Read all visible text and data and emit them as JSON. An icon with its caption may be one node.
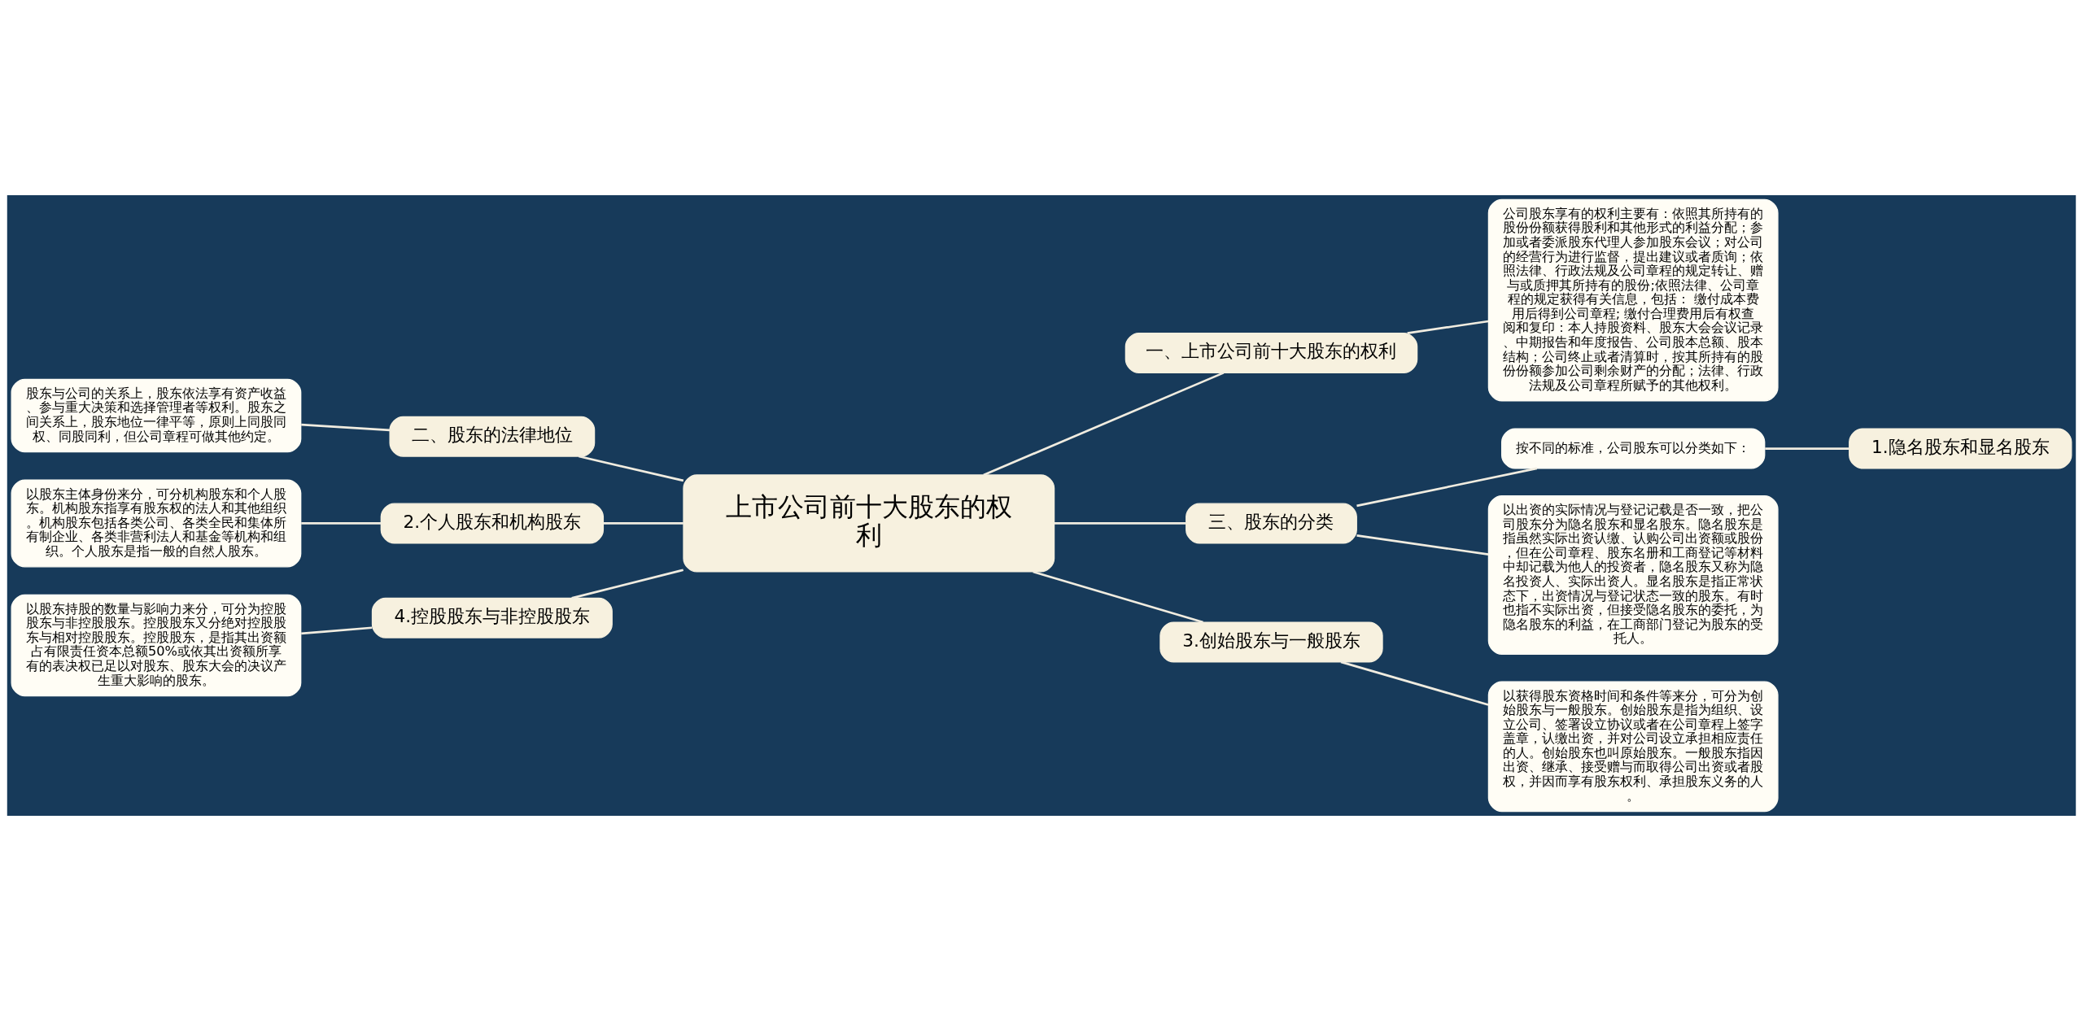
{
  "diagram": {
    "nodes": [
      {
        "text": [
          "上市公司前十大股东的权利"
        ]
      },
      {
        "text": [
          "一、上市公司前十大股东的权利"
        ]
      },
      {
        "text": [
          "公司股东享有的权利主要有：依照其所持有的股份份额获得股利和其他形式的利益分配；参加或者委派股东代理人参加股东会议；对公司的经营行为进行监督，提出建议或者质询；依照法律、行政法规及公司章程的规定转让、赠与或质押其所持有的股份;依照法律、公司章程的规定获得有关信息，包括： 缴付成本费用后得到公司章程; 缴付合理费用后有权查阅和复印：本人持股资料、股东大会会议记录、中期报告和年度报告、公司股本总额、股本结构；公司终止或者清算时，按其所持有的股份份额参加公司剩余财产的分配；法律、行政法规及公司章程所赋予的其他权利。"
        ]
      },
      {
        "text": [
          "二、股东的法律地位"
        ]
      },
      {
        "text": [
          "股东与公司的关系上，股东依法享有资产收益、参与重大决策和选择管理者等权利。股东之间关系上，股东地位一律平等，原则上同股同权、同股同利，但公司章程可做其他约定。"
        ]
      },
      {
        "text": [
          "2.个人股东和机构股东"
        ]
      },
      {
        "text": [
          "以股东主体身份来分，可分机构股东和个人股东。机构股东指享有股东权的法人和其他组织。机构股东包括各类公司、各类全民和集体所有制企业、各类非营利法人和基金等机构和组织。个人股东是指一般的自然人股东。"
        ]
      },
      {
        "text": [
          "三、股东的分类"
        ]
      },
      {
        "text": [
          "按不同的标准，公司股东可以分类如下："
        ]
      },
      {
        "text": [
          "1.隐名股东和显名股东"
        ]
      },
      {
        "text": [
          "以出资的实际情况与登记记载是否一致，把公司股东分为隐名股东和显名股东。隐名股东是指虽然实际出资认缴、认购公司出资额或股份，但在公司章程、股东名册和工商登记等材料中却记载为他人的投资者，隐名股东又称为隐名投资人、实际出资人。显名股东是指正常状态下，出资情况与登记状态一致的股东。有时也指不实际出资，但接受隐名股东的委托，为隐名股东的利益，在工商部门登记为股东的受托人。"
        ]
      },
      {
        "text": [
          "4.控股股东与非控股股东"
        ]
      },
      {
        "text": [
          "以股东持股的数量与影响力来分，可分为控股股东与非控股股东。控股股东又分绝对控股股东与相对控股股东。控股股东，是指其出资额占有限责任资本总额50%或依其出资额所享有的表决权已足以对股东、股东大会的决议产生重大影响的股东。"
        ]
      },
      {
        "text": [
          "3.创始股东与一般股东"
        ]
      },
      {
        "text": [
          "以获得股东资格时间和条件等来分，可分为创始股东与一般股东。创始股东是指为组织、设立公司、签署设立协议或者在公司章程上签字盖章，认缴出资，并对公司设立承担相应责任的人。创始股东也叫原始股东。一般股东指因出资、继承、接受赠与而取得公司出资或者股权，并因而享有股东权利、承担股东义务的人。"
        ]
      }
    ],
    "edges": [
      {
        "from": 0,
        "to": 1,
        "arrow": "none"
      },
      {
        "from": 1,
        "to": 2,
        "arrow": "none"
      },
      {
        "from": 4,
        "to": 3,
        "arrow": "none"
      },
      {
        "from": 3,
        "to": 0,
        "arrow": "none"
      },
      {
        "from": 6,
        "to": 5,
        "arrow": "none"
      },
      {
        "from": 5,
        "to": 0,
        "arrow": "none"
      },
      {
        "from": 0,
        "to": 7,
        "arrow": "none"
      },
      {
        "from": 7,
        "to": 8,
        "arrow": "none"
      },
      {
        "from": 8,
        "to": 9,
        "arrow": "none"
      },
      {
        "from": 7,
        "to": 10,
        "arrow": "none"
      },
      {
        "from": 12,
        "to": 11,
        "arrow": "none"
      },
      {
        "from": 11,
        "to": 0,
        "arrow": "none"
      },
      {
        "from": 0,
        "to": 13,
        "arrow": "none"
      },
      {
        "from": 13,
        "to": 14,
        "arrow": "none"
      }
    ]
  }
}
